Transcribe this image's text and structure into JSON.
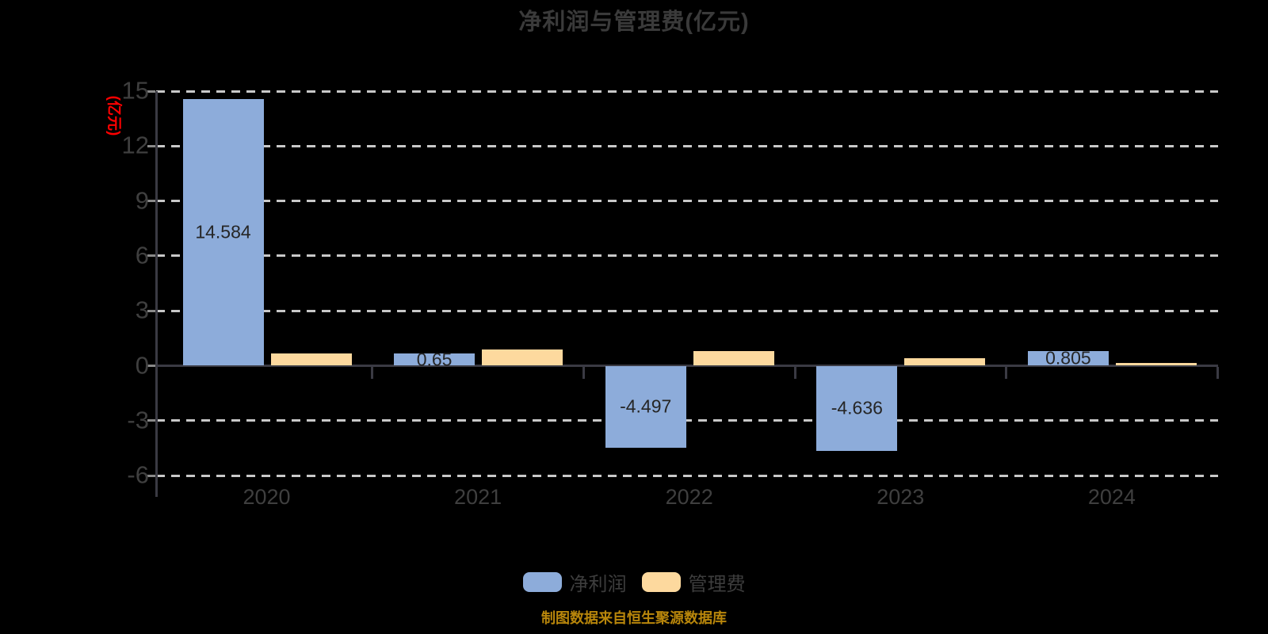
{
  "source_note": "制图数据来自恒生聚源数据库",
  "colors": {
    "background": "#000000",
    "net_profit_bar": "#8dacda",
    "management_fee_bar": "#fdd99e",
    "gridline": "#c8c8c8",
    "axis": "#3a3a43",
    "title_text": "#3a3a3a",
    "tick_text": "#3f3f3f",
    "bar_label_text": "#262626",
    "y_unit_label": "#ff0000",
    "source_text": "#b8860b"
  },
  "chart_data": {
    "type": "bar",
    "title": "净利润与管理费(亿元)",
    "ylabel": "(亿元)",
    "xlabel": "",
    "categories": [
      "2020",
      "2021",
      "2022",
      "2023",
      "2024"
    ],
    "series": [
      {
        "name": "净利润",
        "color": "#8dacda",
        "values": [
          14.584,
          0.65,
          -4.497,
          -4.636,
          0.805
        ],
        "labels": [
          "14.584",
          "0.65",
          "-4.497",
          "-4.636",
          "0.805"
        ],
        "show_labels": true
      },
      {
        "name": "管理费",
        "color": "#fdd99e",
        "values": [
          0.65,
          0.9,
          0.78,
          0.42,
          0.15
        ],
        "labels": [],
        "show_labels": false
      }
    ],
    "yticks": [
      15,
      12,
      9,
      6,
      3,
      0,
      -3,
      -6
    ],
    "ylim": [
      -6,
      15
    ],
    "grid": "dashed-horizontal",
    "legend_position": "bottom"
  }
}
